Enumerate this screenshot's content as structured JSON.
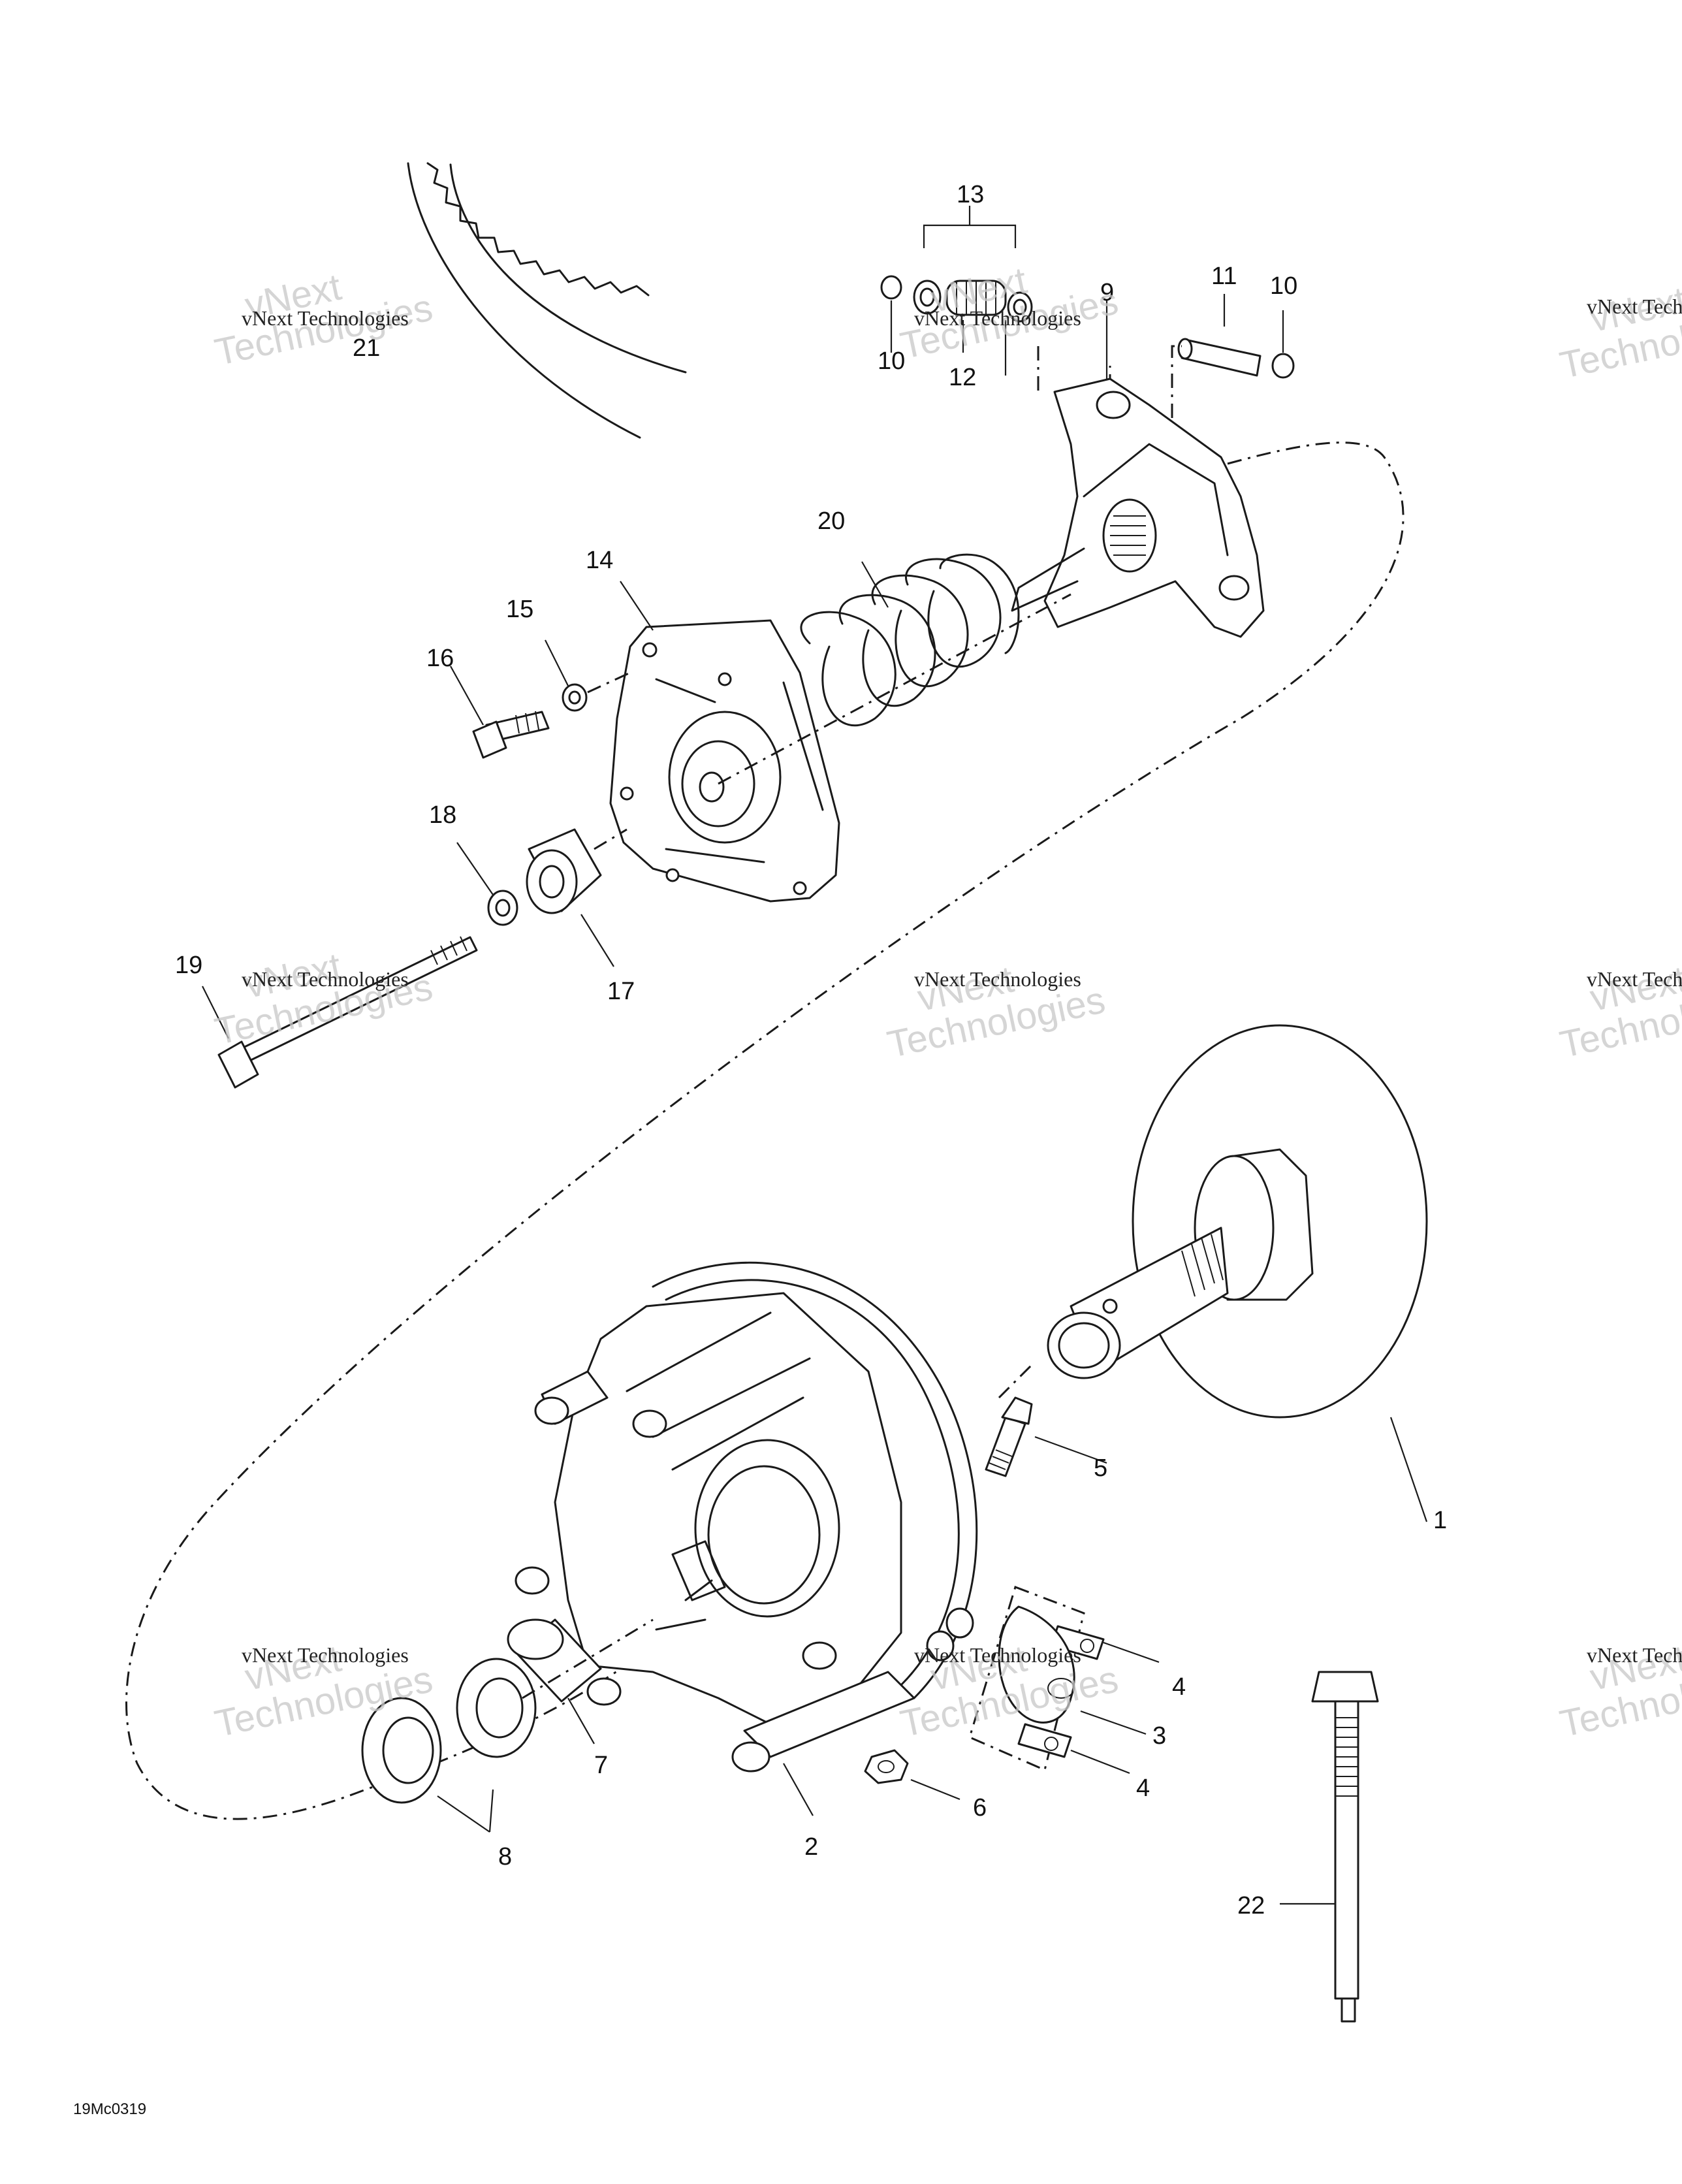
{
  "callouts": {
    "c1": "1",
    "c2": "2",
    "c3": "3",
    "c4a": "4",
    "c4b": "4",
    "c5": "5",
    "c6": "6",
    "c7": "7",
    "c8": "8",
    "c9": "9",
    "c10a": "10",
    "c10b": "10",
    "c11": "11",
    "c12": "12",
    "c13": "13",
    "c14": "14",
    "c15": "15",
    "c16": "16",
    "c17": "17",
    "c18": "18",
    "c19": "19",
    "c20": "20",
    "c21": "21",
    "c22": "22"
  },
  "watermark": {
    "line1": "vNext",
    "line2": "Technologies",
    "small": "vNext Technologies"
  },
  "figure_code": "19Mc0319"
}
